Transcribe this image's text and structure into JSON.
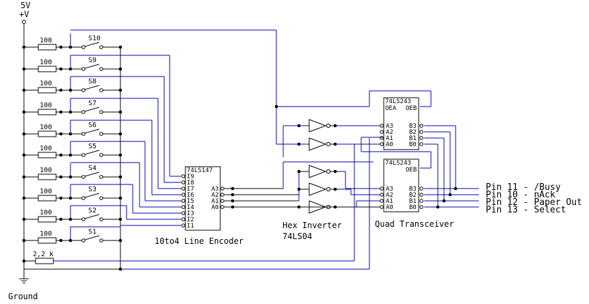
{
  "supply": {
    "voltage": "5V",
    "rail": "+V"
  },
  "ground_label": "Ground",
  "switch_rows": [
    {
      "switch": "S10",
      "resistor": "100"
    },
    {
      "switch": "S9",
      "resistor": "100"
    },
    {
      "switch": "S8",
      "resistor": "100"
    },
    {
      "switch": "S7",
      "resistor": "100"
    },
    {
      "switch": "S6",
      "resistor": "100"
    },
    {
      "switch": "S5",
      "resistor": "100"
    },
    {
      "switch": "S4",
      "resistor": "100"
    },
    {
      "switch": "S3",
      "resistor": "100"
    },
    {
      "switch": "S2",
      "resistor": "100"
    },
    {
      "switch": "S1",
      "resistor": "100"
    }
  ],
  "pullup_resistor": "2,2 k",
  "encoder": {
    "chip": "74LS147",
    "inputs": [
      "I9",
      "I8",
      "I7",
      "I6",
      "I5",
      "I4",
      "I3",
      "I2",
      "I1"
    ],
    "outputs": [
      "A3",
      "A2",
      "A1",
      "A0"
    ],
    "caption": "10to4 Line Encoder"
  },
  "inverter": {
    "caption_line1": "Hex Inverter",
    "caption_line2": "74LS04"
  },
  "transceiver_top": {
    "chip": "74LS243",
    "enable_left": "OEA",
    "enable_right": "OEB",
    "a_pins": [
      "A3",
      "A2",
      "A1",
      "A0"
    ],
    "b_pins": [
      "B3",
      "B2",
      "B1",
      "B0"
    ]
  },
  "transceiver_bottom": {
    "chip": "74LS243",
    "enable_right": "OEB",
    "a_pins": [
      "A3",
      "A2",
      "A1",
      "A0"
    ],
    "b_pins": [
      "B3",
      "B2",
      "B1",
      "B0"
    ],
    "caption": "Quad Transceiver"
  },
  "port_pins": [
    "Pin 11 - /Busy",
    "Pin 10 - nAck",
    "Pin 12 - Paper Out",
    "Pin 13 - Select"
  ]
}
